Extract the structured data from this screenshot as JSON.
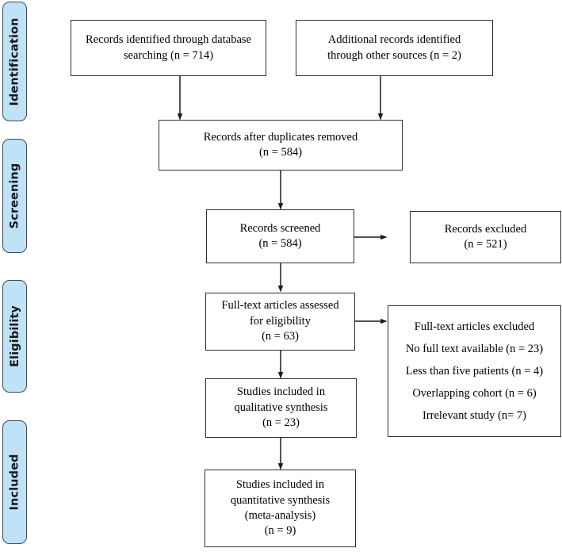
{
  "diagram": {
    "type": "prisma-flow-diagram",
    "stages": [
      {
        "id": "identification",
        "label": "Identification"
      },
      {
        "id": "screening",
        "label": "Screening"
      },
      {
        "id": "eligibility",
        "label": "Eligibility"
      },
      {
        "id": "included",
        "label": "Included"
      }
    ],
    "boxes": {
      "database_records": {
        "lines": [
          "Records identified through database",
          "searching (n = 714)"
        ]
      },
      "other_records": {
        "lines": [
          "Additional records identified",
          "through other sources (n = 2)"
        ]
      },
      "duplicates_removed": {
        "lines": [
          "Records after duplicates removed",
          "(n = 584)"
        ]
      },
      "records_screened": {
        "lines": [
          "Records screened",
          "(n = 584)"
        ]
      },
      "records_excluded": {
        "lines": [
          "Records excluded",
          "(n = 521)"
        ]
      },
      "fulltext_assessed": {
        "lines": [
          "Full-text articles assessed",
          "for eligibility",
          "(n = 63)"
        ]
      },
      "fulltext_excluded": {
        "heading": "Full-text articles excluded",
        "reasons": [
          "No full text available (n = 23)",
          "Less than five patients (n = 4)",
          "Overlapping cohort (n = 6)",
          "Irrelevant study (n= 7)"
        ]
      },
      "qualitative_synthesis": {
        "lines": [
          "Studies included in",
          "qualitative synthesis",
          "(n = 23)"
        ]
      },
      "quantitative_synthesis": {
        "lines": [
          "Studies included in",
          "quantitative synthesis",
          "(meta-analysis)",
          "(n = 9)"
        ]
      }
    },
    "colors": {
      "pill_fill": "#bfe2f7",
      "pill_stroke": "#3b4a57",
      "box_stroke": "#2e2e2e",
      "arrow": "#1a1a1a",
      "background": "#ffffff"
    },
    "counts": {
      "database_records": 714,
      "other_records": 2,
      "after_duplicates": 584,
      "screened": 584,
      "excluded_screening": 521,
      "fulltext_assessed": 63,
      "no_full_text": 23,
      "less_than_five_patients": 4,
      "overlapping_cohort": 6,
      "irrelevant_study": 7,
      "qualitative": 23,
      "quantitative": 9
    }
  }
}
